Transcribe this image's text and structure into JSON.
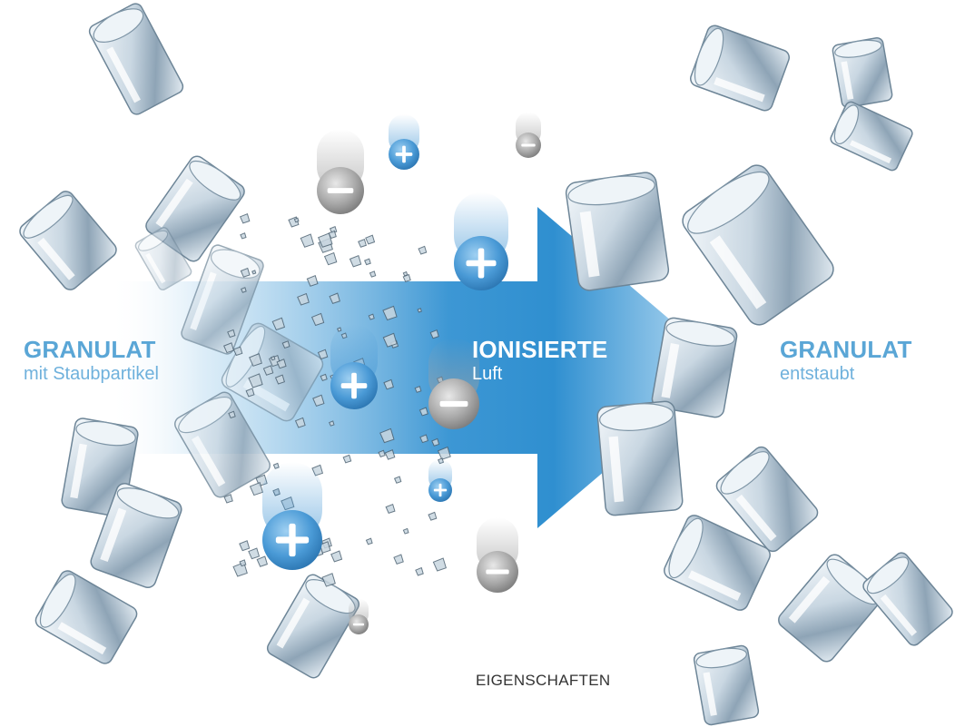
{
  "left_label": {
    "title": "GRANULAT",
    "subtitle": "mit Staubpartikel"
  },
  "mid_label": {
    "title": "IONISIERTE",
    "subtitle": "Luft"
  },
  "right_label": {
    "title": "GRANULAT",
    "subtitle": "entstaubt"
  },
  "footer": "EIGENSCHAFTEN",
  "colors": {
    "arrow_dark": "#2f8fd0",
    "arrow_light": "#cfe6f5",
    "label_blue": "#5aa6d6",
    "ion_positive": "#4a9ad6",
    "ion_negative": "#9a9a9a"
  },
  "icons": {
    "positive_ion": "plus-sign-in-blue-sphere",
    "negative_ion": "minus-sign-in-grey-sphere",
    "granule": "transparent-cylinder-pellet",
    "dust": "dust-particle"
  }
}
